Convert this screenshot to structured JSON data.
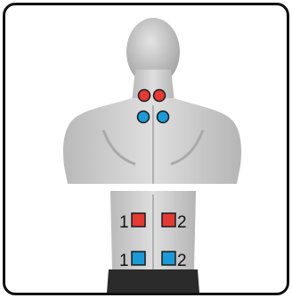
{
  "colors": {
    "accent_red": "#e23b36",
    "accent_blue": "#1c9ad6",
    "outline": "#1a1a1a",
    "frame": "#111111",
    "skin": "#cfcfcf",
    "shorts": "#2b2b2b"
  },
  "electrodes": {
    "neck_upper": {
      "color": "red",
      "shape": "circle"
    },
    "neck_lower": {
      "color": "blue",
      "shape": "circle"
    },
    "lumbar_upper": {
      "color": "red",
      "shape": "square",
      "labels": [
        "1",
        "2"
      ]
    },
    "lumbar_lower": {
      "color": "blue",
      "shape": "square",
      "labels": [
        "1",
        "2"
      ]
    }
  },
  "icons": [
    "back-torso-figure",
    "lower-back-figure"
  ]
}
